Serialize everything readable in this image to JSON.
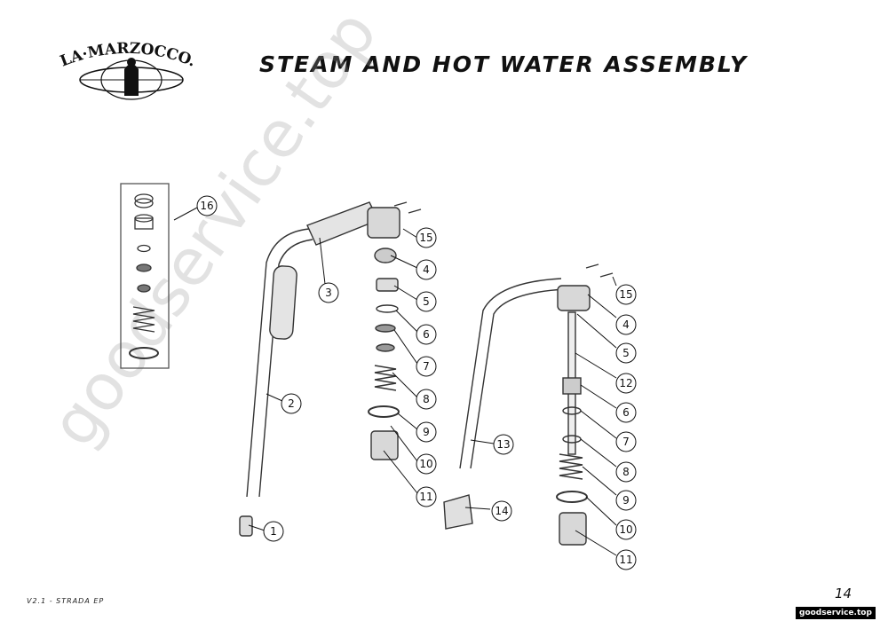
{
  "brand": {
    "logo_text": "LA·MARZOCCO."
  },
  "title": "STEAM AND HOT WATER ASSEMBLY",
  "footer": {
    "version_model": "V2.1 - STRADA EP",
    "page_number": "14"
  },
  "watermark": {
    "diagonal": "goodservice.top",
    "badge": "goodservice.top"
  },
  "callouts": {
    "left_assembly": [
      "16",
      "15",
      "4",
      "3",
      "5",
      "6",
      "7",
      "8",
      "2",
      "9",
      "10",
      "11",
      "1",
      "14"
    ],
    "right_assembly": [
      "15",
      "4",
      "5",
      "12",
      "6",
      "7",
      "8",
      "9",
      "10",
      "11",
      "13"
    ]
  }
}
